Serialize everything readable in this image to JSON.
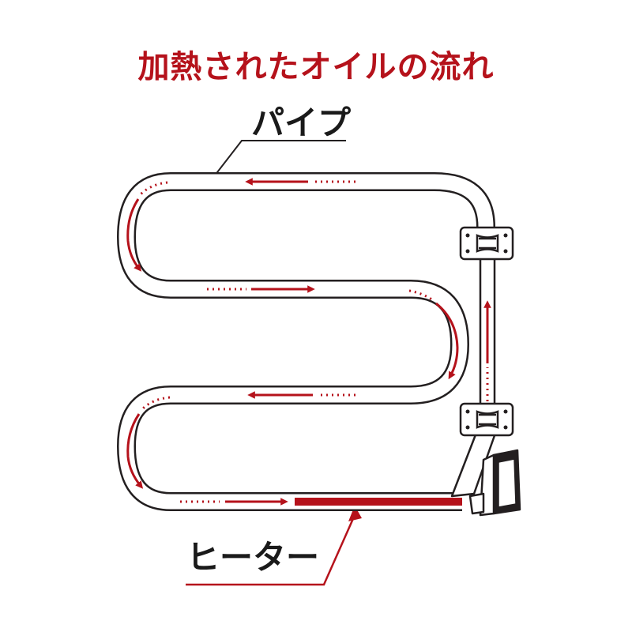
{
  "title": "加熱されたオイルの流れ",
  "labels": {
    "pipe": "パイプ",
    "heater": "ヒーター"
  },
  "colors": {
    "accent": "#b5121b",
    "outline": "#231f20",
    "fill": "#ffffff"
  }
}
